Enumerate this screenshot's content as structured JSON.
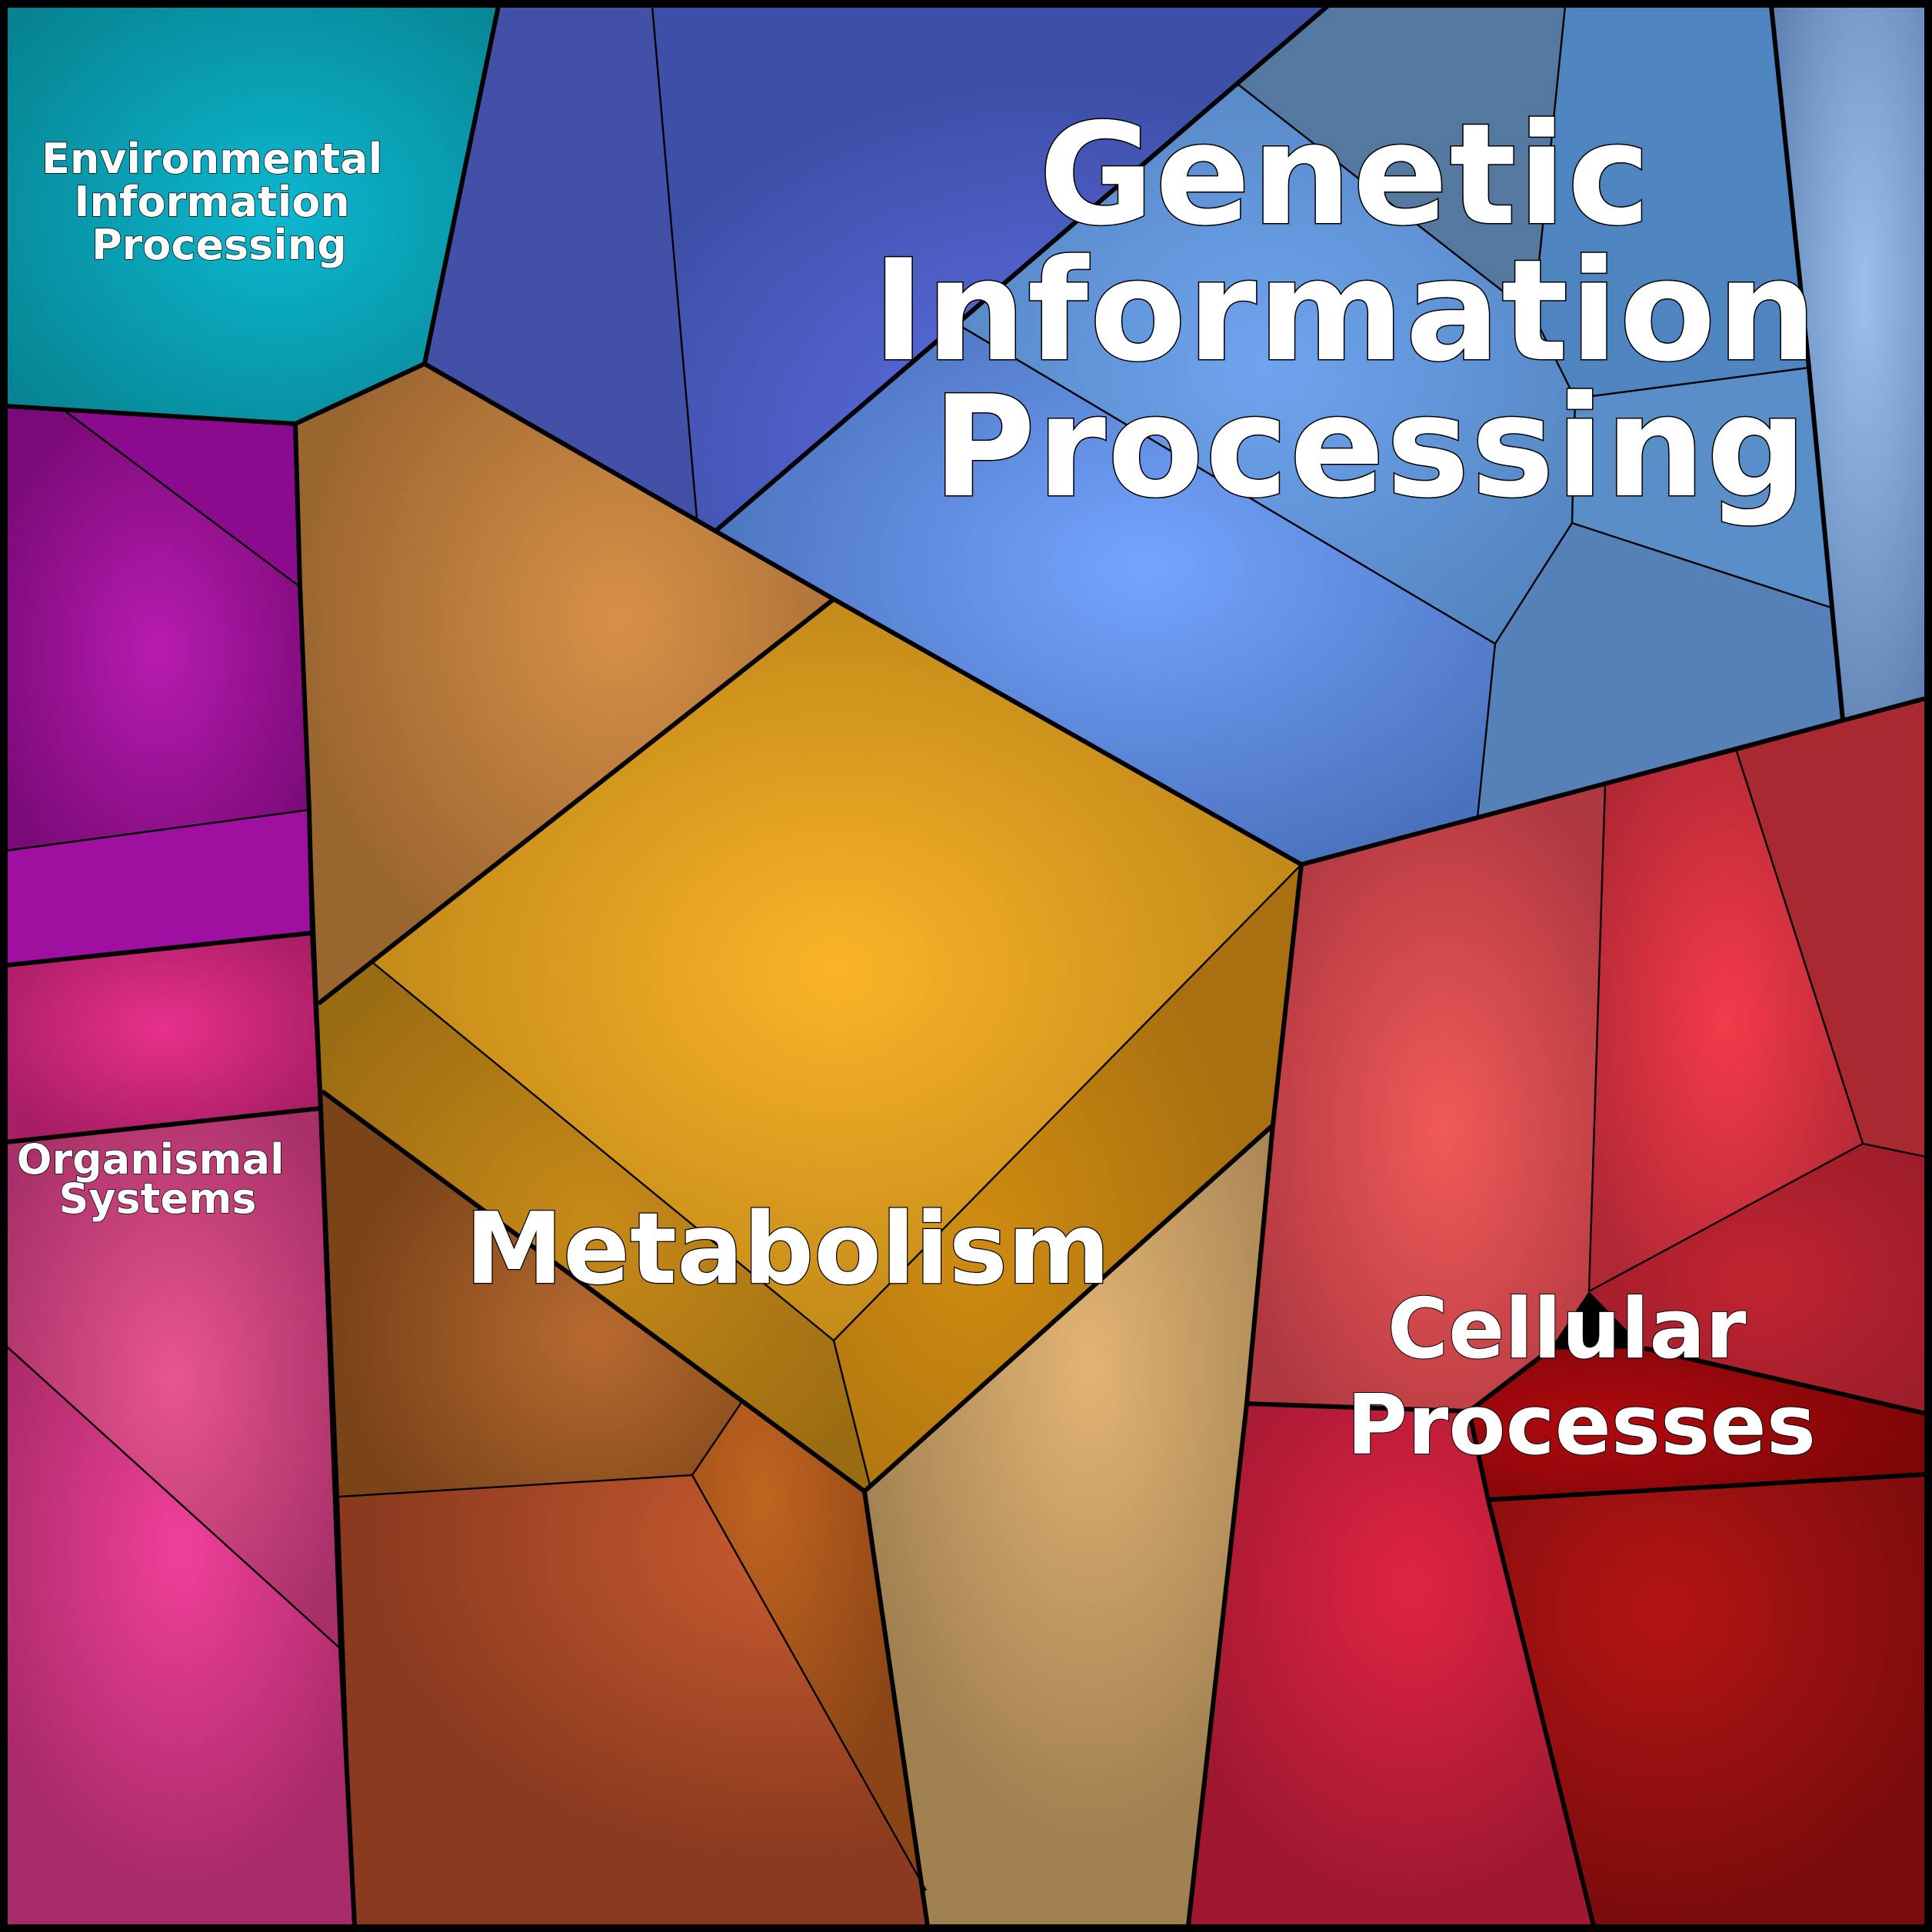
{
  "title": "Voronoi treemap of KEGG pathway categories",
  "categories": [
    {
      "id": "environmental",
      "lines": [
        "Environmental",
        "Information",
        "Processing"
      ],
      "color": "#0893a4",
      "highlight": "#0cb8d0"
    },
    {
      "id": "genetic",
      "lines": [
        "Genetic",
        "Information",
        "Processing"
      ],
      "color": "#4f7ac2",
      "highlight": "#6ba6ff"
    },
    {
      "id": "metabolism",
      "lines": [
        "Metabolism"
      ],
      "color": "#c18c1a",
      "highlight": "#f8b126"
    },
    {
      "id": "organismal",
      "lines": [
        "Organismal",
        "Systems"
      ],
      "color": "#b52a7c",
      "highlight": "#e8428c"
    },
    {
      "id": "cellular",
      "lines": [
        "Cellular",
        "Processes"
      ],
      "color": "#b0353a",
      "highlight": "#f03c4a"
    }
  ],
  "palette": {
    "border": "#000000",
    "text": "#ffffff",
    "genetic_dark": "#3e4fa8",
    "genetic_mid": "#567bb0",
    "genetic_light": "#7a9bc8",
    "organismal_purple": "#8a0b8e",
    "organismal_purple_hi": "#b018b0",
    "organismal_pink": "#b52570",
    "metab_brown": "#9e6830",
    "metab_brown_hi": "#d08c48",
    "metab_dark": "#7a4418",
    "metab_rust": "#8e3b1e",
    "metab_rust_hi": "#c45a30",
    "metab_tan": "#a08050",
    "metab_tan_hi": "#e0b070",
    "cell_red": "#b03040",
    "cell_red_hi": "#ef5050",
    "cell_crimson": "#a01830",
    "cell_crimson_hi": "#e02040",
    "cell_dark": "#800d0d",
    "cell_dark_hi": "#b01010"
  }
}
